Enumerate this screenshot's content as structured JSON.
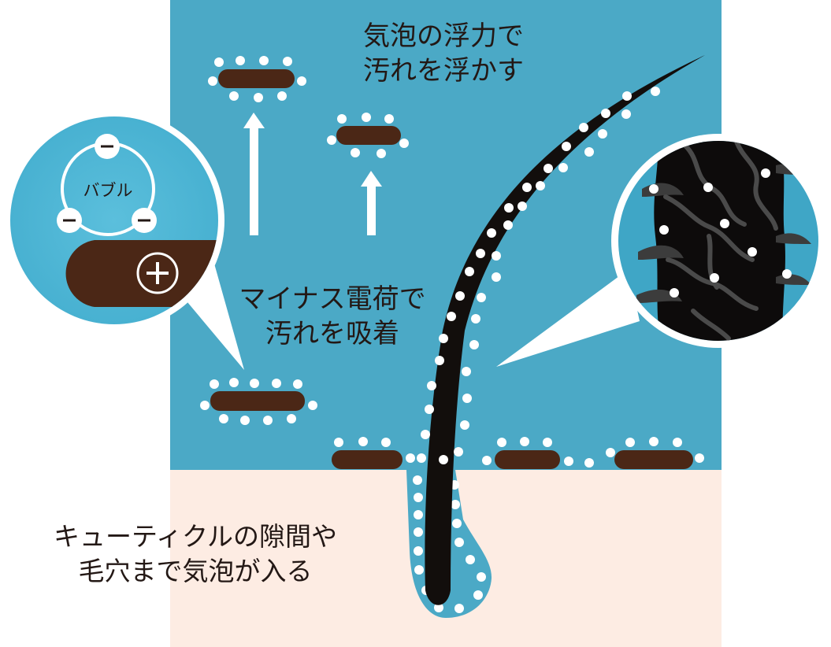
{
  "labels": {
    "float_line1": "気泡の浮力で",
    "float_line2": "汚れを浮かす",
    "minus_line1": "マイナス電荷で",
    "minus_line2": "汚れを吸着",
    "cuticle_line1": "キューティクルの隙間や",
    "cuticle_line2": "毛穴まで気泡が入る",
    "bubble": "バブル"
  },
  "colors": {
    "water": "#4ba9c6",
    "skin": "#fdece3",
    "dirt": "#4b2716",
    "hair": "#120e0c",
    "bubble": "#ffffff",
    "text": "#231815"
  }
}
